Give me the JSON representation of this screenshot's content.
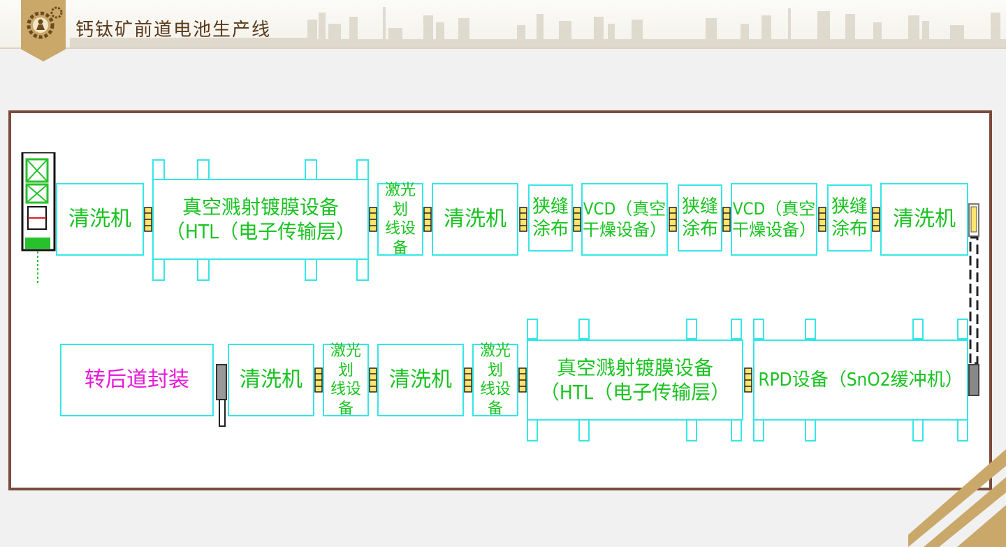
{
  "header": {
    "title": "钙钛矿前道电池生产线"
  },
  "colors": {
    "frame": "#7a4b3c",
    "box_border": "#36e6e6",
    "label_green": "#19c321",
    "label_magenta": "#e619d8",
    "logo": "#c9a86a"
  },
  "icons": {
    "logo": "gear-worker-logo-icon",
    "connector": "roller-connector-icon"
  },
  "row1": [
    "清洗机",
    "真空溅射镀膜设备\n（HTL（电子传输层）",
    "激光划\n线设备",
    "清洗机",
    "狭缝\n涂布",
    "VCD（真空\n干燥设备）",
    "狭缝\n涂布",
    "VCD（真空\n干燥设备）",
    "狭缝\n涂布",
    "清洗机"
  ],
  "row2": [
    "转后道封装",
    "清洗机",
    "激光划\n线设备",
    "清洗机",
    "激光划\n线设备",
    "真空溅射镀膜设备\n（HTL（电子传输层）",
    "RPD设备（SnO2缓冲机）"
  ]
}
